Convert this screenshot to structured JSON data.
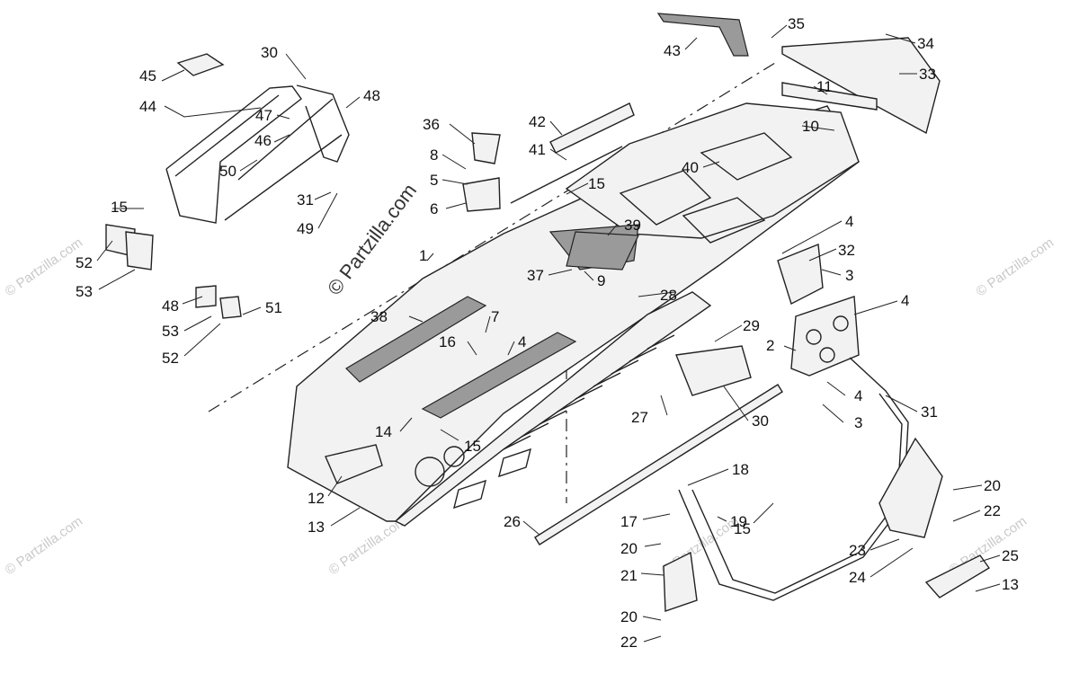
{
  "watermark": {
    "center_text": "© Partzilla.com",
    "repeat_text": "© Partzilla.com"
  },
  "callouts": [
    {
      "id": "c45",
      "text": "45"
    },
    {
      "id": "c44",
      "text": "44"
    },
    {
      "id": "c30a",
      "text": "30"
    },
    {
      "id": "c48a",
      "text": "48"
    },
    {
      "id": "c47",
      "text": "47"
    },
    {
      "id": "c46",
      "text": "46"
    },
    {
      "id": "c50",
      "text": "50"
    },
    {
      "id": "c31a",
      "text": "31"
    },
    {
      "id": "c49",
      "text": "49"
    },
    {
      "id": "c15a",
      "text": "15"
    },
    {
      "id": "c52a",
      "text": "52"
    },
    {
      "id": "c53a",
      "text": "53"
    },
    {
      "id": "c48b",
      "text": "48"
    },
    {
      "id": "c53b",
      "text": "53"
    },
    {
      "id": "c51",
      "text": "51"
    },
    {
      "id": "c52b",
      "text": "52"
    },
    {
      "id": "c36",
      "text": "36"
    },
    {
      "id": "c8",
      "text": "8"
    },
    {
      "id": "c5",
      "text": "5"
    },
    {
      "id": "c6",
      "text": "6"
    },
    {
      "id": "c42",
      "text": "42"
    },
    {
      "id": "c41",
      "text": "41"
    },
    {
      "id": "c15b",
      "text": "15"
    },
    {
      "id": "c43",
      "text": "43"
    },
    {
      "id": "c35",
      "text": "35"
    },
    {
      "id": "c34",
      "text": "34"
    },
    {
      "id": "c33",
      "text": "33"
    },
    {
      "id": "c11",
      "text": "11"
    },
    {
      "id": "c10",
      "text": "10"
    },
    {
      "id": "c40",
      "text": "40"
    },
    {
      "id": "c39",
      "text": "39"
    },
    {
      "id": "c1",
      "text": "1"
    },
    {
      "id": "c37",
      "text": "37"
    },
    {
      "id": "c9",
      "text": "9"
    },
    {
      "id": "c4a",
      "text": "4"
    },
    {
      "id": "c32",
      "text": "32"
    },
    {
      "id": "c3a",
      "text": "3"
    },
    {
      "id": "c4b",
      "text": "4"
    },
    {
      "id": "c28",
      "text": "28"
    },
    {
      "id": "c38",
      "text": "38"
    },
    {
      "id": "c7",
      "text": "7"
    },
    {
      "id": "c16",
      "text": "16"
    },
    {
      "id": "c4c",
      "text": "4"
    },
    {
      "id": "c29",
      "text": "29"
    },
    {
      "id": "c2",
      "text": "2"
    },
    {
      "id": "c4d",
      "text": "4"
    },
    {
      "id": "c3b",
      "text": "3"
    },
    {
      "id": "c31b",
      "text": "31"
    },
    {
      "id": "c27",
      "text": "27"
    },
    {
      "id": "c30b",
      "text": "30"
    },
    {
      "id": "c14",
      "text": "14"
    },
    {
      "id": "c15c",
      "text": "15"
    },
    {
      "id": "c12",
      "text": "12"
    },
    {
      "id": "c13a",
      "text": "13"
    },
    {
      "id": "c18",
      "text": "18"
    },
    {
      "id": "c17",
      "text": "17"
    },
    {
      "id": "c19",
      "text": "19"
    },
    {
      "id": "c15d",
      "text": "15"
    },
    {
      "id": "c26",
      "text": "26"
    },
    {
      "id": "c20a",
      "text": "20"
    },
    {
      "id": "c21",
      "text": "21"
    },
    {
      "id": "c20b",
      "text": "20"
    },
    {
      "id": "c22a",
      "text": "22"
    },
    {
      "id": "c20c",
      "text": "20"
    },
    {
      "id": "c22b",
      "text": "22"
    },
    {
      "id": "c23",
      "text": "23"
    },
    {
      "id": "c24",
      "text": "24"
    },
    {
      "id": "c25",
      "text": "25"
    },
    {
      "id": "c13b",
      "text": "13"
    }
  ]
}
